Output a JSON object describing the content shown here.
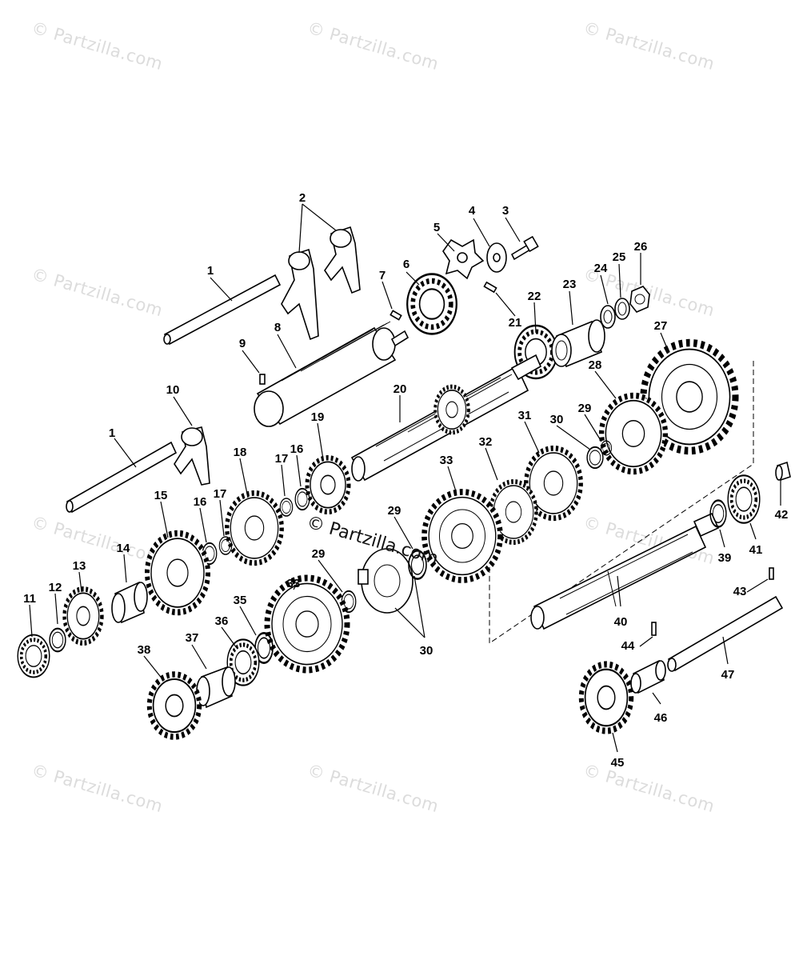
{
  "watermark": "© Partzilla.com",
  "center_watermark": "© Partzilla.com",
  "callouts": {
    "c1a": "1",
    "c1b": "1",
    "c2": "2",
    "c3": "3",
    "c4": "4",
    "c5": "5",
    "c6": "6",
    "c7": "7",
    "c8": "8",
    "c9": "9",
    "c10": "10",
    "c11": "11",
    "c12": "12",
    "c13": "13",
    "c14": "14",
    "c15": "15",
    "c16a": "16",
    "c16b": "16",
    "c17a": "17",
    "c17b": "17",
    "c18": "18",
    "c19": "19",
    "c20": "20",
    "c21": "21",
    "c22": "22",
    "c23": "23",
    "c24": "24",
    "c25": "25",
    "c26": "26",
    "c27": "27",
    "c28": "28",
    "c29a": "29",
    "c29b": "29",
    "c29c": "29",
    "c30a": "30",
    "c30b": "30",
    "c31": "31",
    "c32": "32",
    "c33a": "33",
    "c33b": "33",
    "c35": "35",
    "c36": "36",
    "c37": "37",
    "c38": "38",
    "c39": "39",
    "c40": "40",
    "c41": "41",
    "c42": "42",
    "c43": "43",
    "c44": "44",
    "c45": "45",
    "c46": "46",
    "c47": "47"
  }
}
